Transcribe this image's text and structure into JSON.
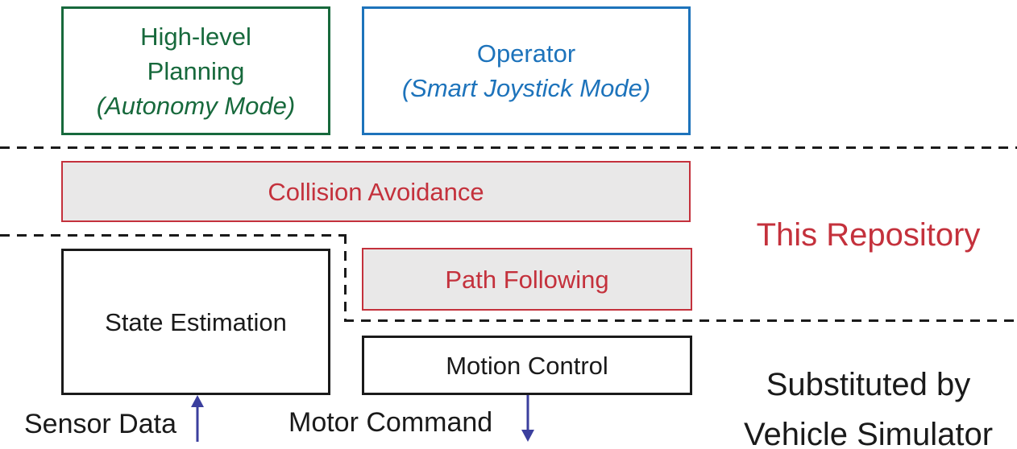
{
  "colors": {
    "green": "#17693C",
    "blue": "#1D73BB",
    "red": "#C4313C",
    "dark": "#1A1A1A",
    "arrow_blue": "#3B3F9E",
    "module_fill": "#E9E8E8"
  },
  "boxes": {
    "high_level_planning": {
      "lines": [
        "High-level",
        "Planning",
        "(Autonomy Mode)"
      ]
    },
    "operator": {
      "lines": [
        "Operator",
        "(Smart Joystick Mode)"
      ]
    },
    "collision_avoidance": {
      "label": "Collision Avoidance"
    },
    "path_following": {
      "label": "Path Following"
    },
    "state_estimation": {
      "label": "State Estimation"
    },
    "motion_control": {
      "label": "Motion Control"
    }
  },
  "annotations": {
    "this_repository": "This Repository",
    "substituted_by": [
      "Substituted by",
      "Vehicle Simulator"
    ],
    "sensor_data": "Sensor Data",
    "motor_command": "Motor Command"
  },
  "icons": {
    "sensor_arrow": "arrow-up",
    "motor_arrow": "arrow-down"
  }
}
